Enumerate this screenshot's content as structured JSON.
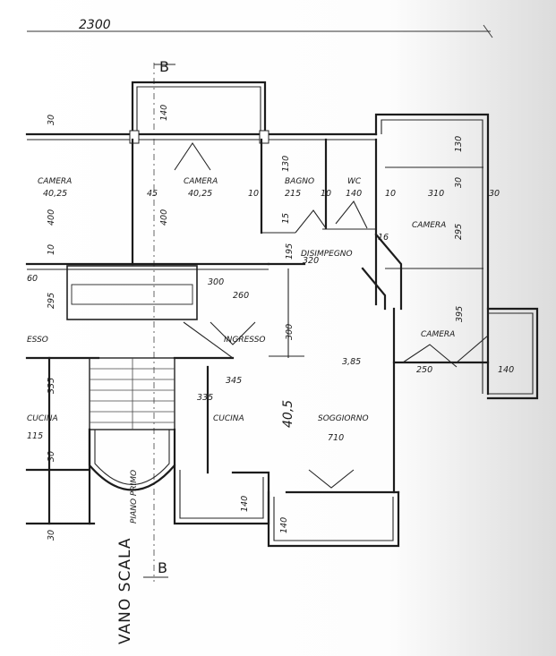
{
  "rooms": {
    "camera_left": "CAMERA",
    "camera_left_area": "40,25",
    "camera_center": "CAMERA",
    "camera_center_area": "40,25",
    "bagno": "BAGNO",
    "bagno_area": "215",
    "wc": "WC",
    "wc_area": "140",
    "camera_right": "CAMERA",
    "disimpegno": "DISIMPEGNO",
    "ingresso": "INGRESSO",
    "ingresso_cut": "ESSO",
    "cucina": "CUCINA",
    "cucina_left": "CUCINA",
    "soggiorno": "SOGGIORNO",
    "camera_lower_right": "CAMERA"
  },
  "dimensions": {
    "overall": "2300",
    "d130": "130",
    "d140_top": "140",
    "d130_right": "130",
    "d400_left": "400",
    "d400_center": "400",
    "d15_a": "15",
    "d10_a": "10",
    "d10_b": "10",
    "d10_c": "10",
    "d310": "310",
    "d30_right": "30",
    "d30_small": "30",
    "d295_right": "295",
    "d395_right": "395",
    "d60": "60",
    "d295_left": "295",
    "d300_small": "300",
    "d260": "260",
    "d300_mid": "300",
    "d385": "3,85",
    "d250": "250",
    "d140_right": "140",
    "d345": "345",
    "d335_left": "335",
    "d335_center": "335",
    "d405": "40,5",
    "d710": "710",
    "d140_bottom_a": "140",
    "d140_bottom_b": "140",
    "d195": "195",
    "d320": "320",
    "d30_top": "30",
    "d16": "16",
    "d115": "115",
    "d10_left": "10",
    "d45": "45",
    "d30_left": "30",
    "d30_bl": "30"
  },
  "section_marks": {
    "top": "B",
    "bottom": "B"
  },
  "stair": {
    "label": "PIANO PRIMO",
    "scala": "VANO SCALA"
  }
}
